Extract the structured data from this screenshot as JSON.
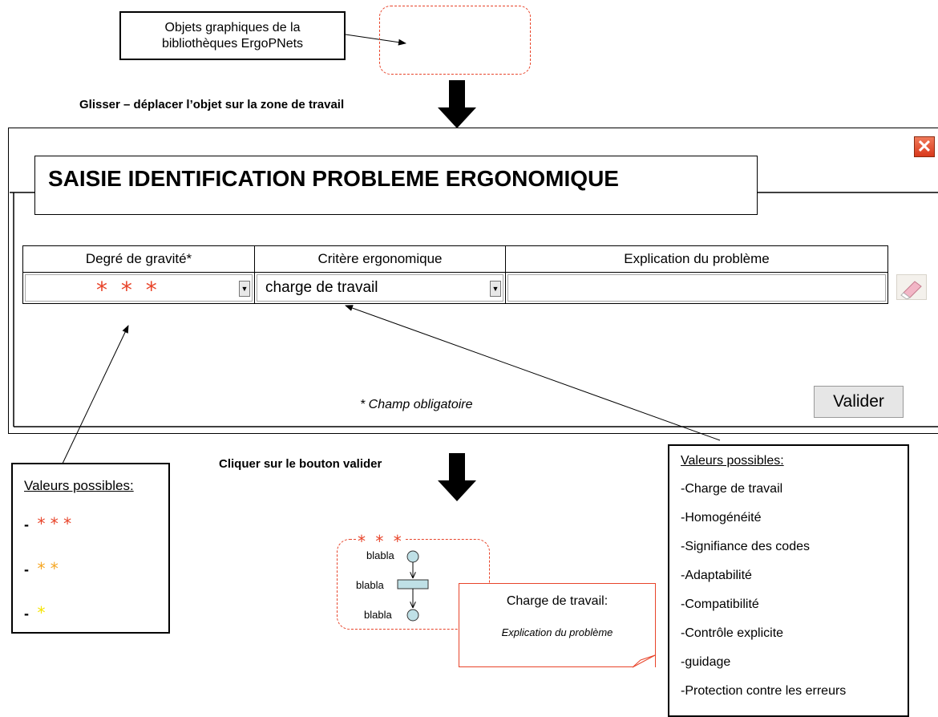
{
  "library_note": {
    "line1": "Objets graphiques de la",
    "line2": "bibliothèques ErgoPNets"
  },
  "instructions": {
    "drag": "Glisser – déplacer l’objet sur la zone de travail",
    "click": "Cliquer sur le bouton valider"
  },
  "form": {
    "title": "SAISIE IDENTIFICATION PROBLEME ERGONOMIQUE",
    "close_label": "✕",
    "columns": [
      "Degré de gravité*",
      "Critère ergonomique",
      "Explication du problème"
    ],
    "severity_value": "* * *",
    "criterion_value": "charge de travail",
    "explanation_value": "",
    "footnote": "* Champ obligatoire",
    "validate_label": "Valider"
  },
  "left_values": {
    "title": "Valeurs possibles:",
    "items": [
      {
        "dash": "-",
        "stars": "* * *",
        "color": "#e8442a"
      },
      {
        "dash": "-",
        "stars": "* *",
        "color": "#f5a623"
      },
      {
        "dash": "-",
        "stars": "*",
        "color": "#f5e400"
      }
    ]
  },
  "right_values": {
    "title": "Valeurs possibles:",
    "items": [
      "-Charge de travail",
      "-Homogénéité",
      "-Signifiance des codes",
      "-Adaptabilité",
      "-Compatibilité",
      "-Contrôle explicite",
      "-guidage",
      "-Protection contre les erreurs"
    ]
  },
  "result": {
    "stars": "* * *",
    "labels": [
      "blabla",
      "blabla",
      "blabla"
    ],
    "note_title": "Charge de travail:",
    "note_text": "Explication du problème"
  },
  "colors": {
    "accent_red": "#e8442a",
    "node_fill": "#bfe0e6"
  }
}
